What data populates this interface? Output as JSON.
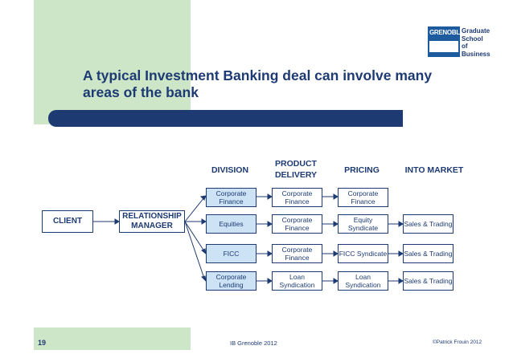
{
  "slide": {
    "title": "A typical Investment Banking deal can involve many areas of the bank",
    "page_number": "19",
    "footer_center": "IB Grenoble 2012",
    "footer_right": "©Patrick Frouin 2012"
  },
  "logo": {
    "mark": "GRENOBLE",
    "line1": "Graduate",
    "line2": "School of",
    "line3": "Business"
  },
  "columns": {
    "division": "DIVISION",
    "product_delivery": "PRODUCT DELIVERY",
    "pricing": "PRICING",
    "into_market": "INTO MARKET"
  },
  "nodes": {
    "client": "CLIENT",
    "relationship_manager": "RELATIONSHIP MANAGER"
  },
  "rows": [
    {
      "division": "Corporate Finance",
      "delivery": "Corporate Finance",
      "pricing": "Corporate Finance",
      "market": ""
    },
    {
      "division": "Equities",
      "delivery": "Corporate Finance",
      "pricing": "Equity Syndicate",
      "market": "Sales & Trading"
    },
    {
      "division": "FICC",
      "delivery": "Corporate Finance",
      "pricing": "FICC Syndicate",
      "market": "Sales & Trading"
    },
    {
      "division": "Corporate Lending",
      "delivery": "Loan Syndication",
      "pricing": "Loan Syndication",
      "market": "Sales & Trading"
    }
  ],
  "colors": {
    "navy": "#1d3a73",
    "green_band": "#cde6c8",
    "division_fill": "#cde3f5"
  }
}
